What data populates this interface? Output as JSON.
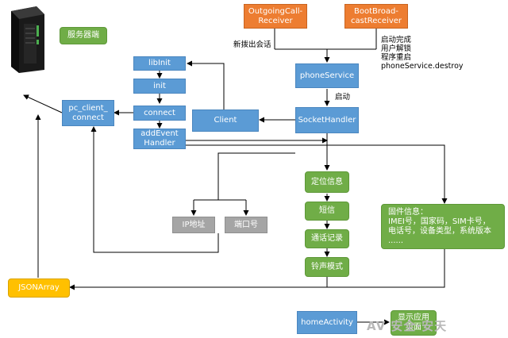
{
  "server_label": "服务器端",
  "nodes": {
    "outgoing": "OutgoingCall-\nReceiver",
    "bootbroadcast": "BootBroad-\ncastReceiver",
    "libinit": "libInit",
    "init": "init",
    "connect": "connect",
    "add_event": "addEvent\nHandler",
    "pc_client": "pc_client_\nconnect",
    "client": "Client",
    "phone_service": "phoneService",
    "socket_handler": "SocketHandler",
    "ip": "IP地址",
    "port": "端口号",
    "location": "定位信息",
    "sms": "短信",
    "call_log": "通话记录",
    "ringtone": "铃声模式",
    "firmware": "固件信息：\nIMEI号，国家码，SIM卡号，\n电话号，设备类型，系统版本\n......",
    "jsonarray": "JSONArray",
    "home_activity": "homeActivity",
    "show_app": "显示应用\n页面"
  },
  "labels": {
    "new_call": "新拨出会话",
    "boot_events": "启动完成\n用户解锁\n程序重启\nphoneService.destroy",
    "start": "启动"
  },
  "watermark": "AV 安全·安天",
  "colors": {
    "blue": "#5b9bd5",
    "orange": "#ed7d31",
    "green": "#70ad47",
    "gray": "#a5a5a5",
    "yellow": "#ffc000"
  }
}
